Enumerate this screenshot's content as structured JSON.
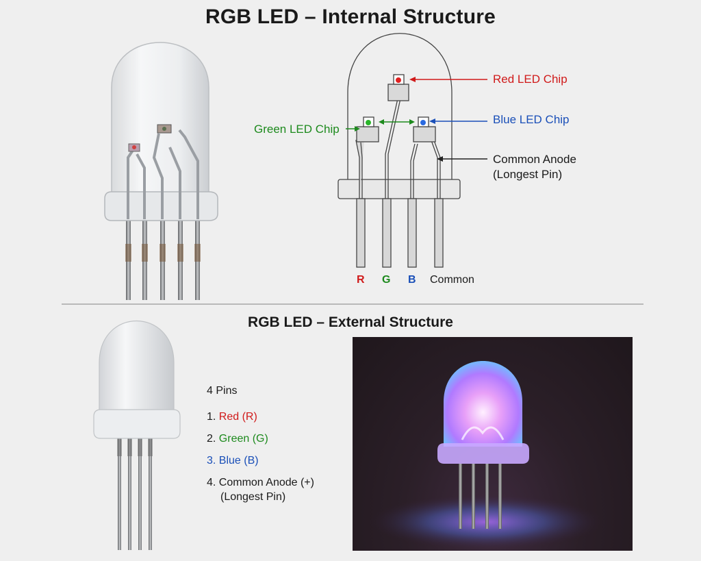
{
  "title": "RGB LED – Internal Structure",
  "subtitle": "RGB LED – External Structure",
  "labels": {
    "red_chip": "Red LED Chip",
    "green_chip": "Green LED Chip",
    "blue_chip": "Blue LED Chip",
    "common_anode": "Common Anode",
    "common_anode_note": "(Longest Pin)"
  },
  "pin_labels": [
    "R",
    "G",
    "B",
    "Common"
  ],
  "pins_list": {
    "heading": "4 Pins",
    "items": [
      {
        "num": "1.",
        "text": "Red (R)"
      },
      {
        "num": "2.",
        "text": "Green (G)"
      },
      {
        "num": "3.",
        "text": "Blue (B)"
      },
      {
        "num": "4.",
        "text": "Common Anode (+)"
      }
    ],
    "note": "(Longest Pin)"
  },
  "colors": {
    "red": "#d01a1a",
    "green": "#1d8a1d",
    "blue": "#1a4fb8",
    "text": "#1a1a1a"
  }
}
